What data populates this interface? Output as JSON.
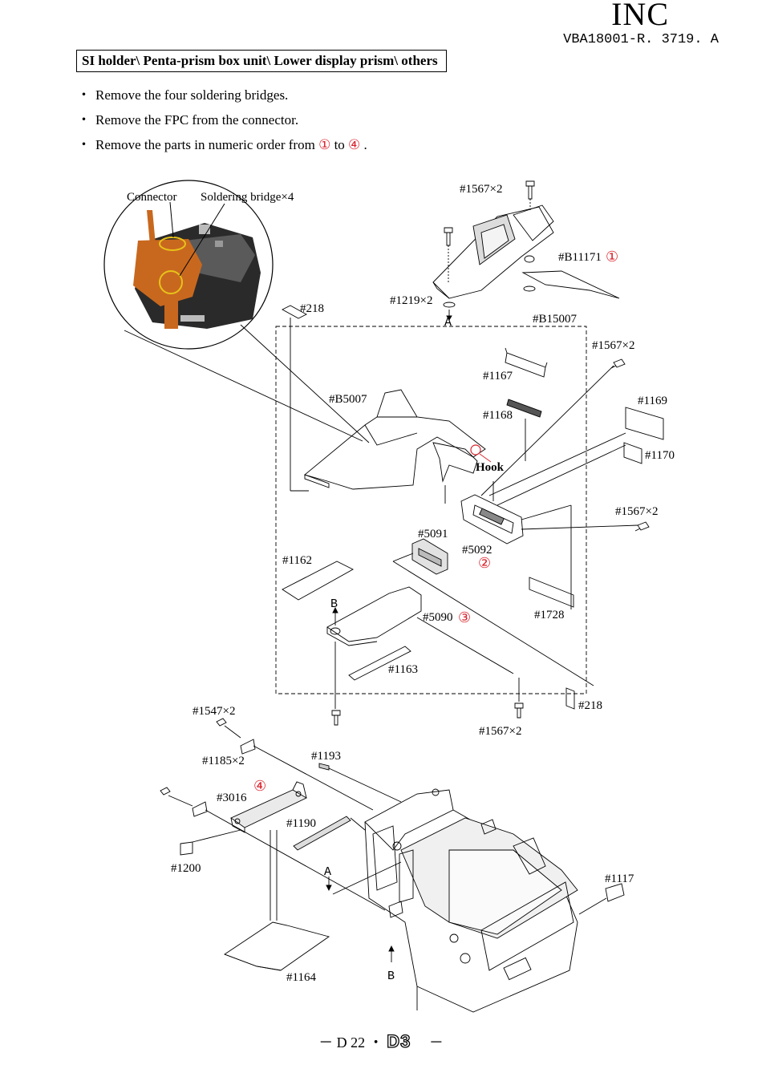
{
  "header": {
    "brand": "INC",
    "doc_code": "VBA18001-R. 3719. A"
  },
  "section_title": "SI holder\\ Penta-prism box unit\\ Lower display prism\\ others",
  "instructions": [
    {
      "bullet": "・",
      "text": "Remove the four soldering bridges."
    },
    {
      "bullet": "・",
      "text": "Remove the FPC from the connector."
    },
    {
      "bullet": "・",
      "text_before": "Remove the parts in numeric order from",
      "step_start": "①",
      "text_mid": "to",
      "step_end": "④",
      "text_after": "."
    }
  ],
  "diagram": {
    "inset_labels": {
      "connector": "Connector",
      "soldering_bridge": "Soldering bridge×4"
    },
    "labels": {
      "p1567_top": "#1567×2",
      "pB11171": "#B11171",
      "step1": "①",
      "p1219": "#1219×2",
      "markA_top": "A",
      "pB15007": "#B15007",
      "p218_top": "#218",
      "p1567_right1": "#1567×2",
      "p1167": "#1167",
      "p1168": "#1168",
      "p1169": "#1169",
      "pB5007": "#B5007",
      "hook": "Hook",
      "p1170": "#1170",
      "p1567_right2": "#1567×2",
      "p5091": "#5091",
      "p5092": "#5092",
      "step2": "②",
      "p1162": "#1162",
      "markB_mid": "B",
      "p5090": "#5090",
      "step3": "③",
      "p1728": "#1728",
      "p1163": "#1163",
      "p218_bottom": "#218",
      "p1567_bottom": "#1567×2",
      "p1547": "#1547×2",
      "p1185": "#1185×2",
      "p1193": "#1193",
      "step4": "④",
      "p3016": "#3016",
      "p1190": "#1190",
      "p1200": "#1200",
      "markA_bottom": "A",
      "p1117": "#1117",
      "p1164": "#1164",
      "markB_bottom": "B"
    }
  },
  "footer": {
    "prefix": "－ D 22 ・",
    "model": "D3",
    "suffix": "－"
  },
  "colors": {
    "accent_red": "#d9232d",
    "fpc_orange": "#c8681e",
    "highlight_yellow": "#e8c21a"
  }
}
